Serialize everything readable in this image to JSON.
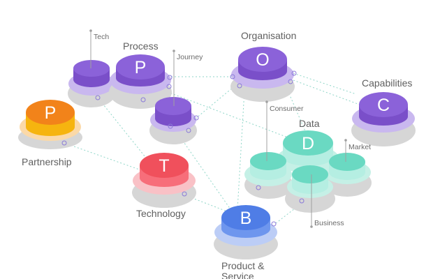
{
  "nodes": {
    "tech": {
      "label": "Tech"
    },
    "process": {
      "label": "Process",
      "letter": "P"
    },
    "journey": {
      "label": "Journey"
    },
    "organisation": {
      "label": "Organisation",
      "letter": "O"
    },
    "capabilities": {
      "label": "Capabilities",
      "letter": "C"
    },
    "partnership": {
      "label": "Partnership",
      "letter": "P"
    },
    "consumer": {
      "label": "Consumer"
    },
    "data": {
      "label": "Data",
      "letter": "D"
    },
    "market": {
      "label": "Market"
    },
    "technology": {
      "label": "Technology",
      "letter": "T"
    },
    "business": {
      "label": "Business"
    },
    "product_service": {
      "label_line1": "Product &",
      "label_line2": "Service",
      "letter": "B"
    }
  },
  "colors": {
    "purple_top": "#8b62d9",
    "purple_side": "#7a4fc9",
    "purple_halo": "#c9b8ef",
    "orange_top": "#f2831a",
    "orange_side": "#f6b40f",
    "orange_halo": "#fbd9a8",
    "red_top": "#f0505c",
    "red_side": "#f76e7a",
    "red_halo": "#f9c1c6",
    "teal_top": "#6ad9c2",
    "teal_side": "#b5eee2",
    "teal_halo": "#c5f0e6",
    "blue_top": "#4f7de6",
    "blue_side": "#6e96ee",
    "blue_halo": "#bccdf6",
    "shadow": "#d9d9d9"
  }
}
